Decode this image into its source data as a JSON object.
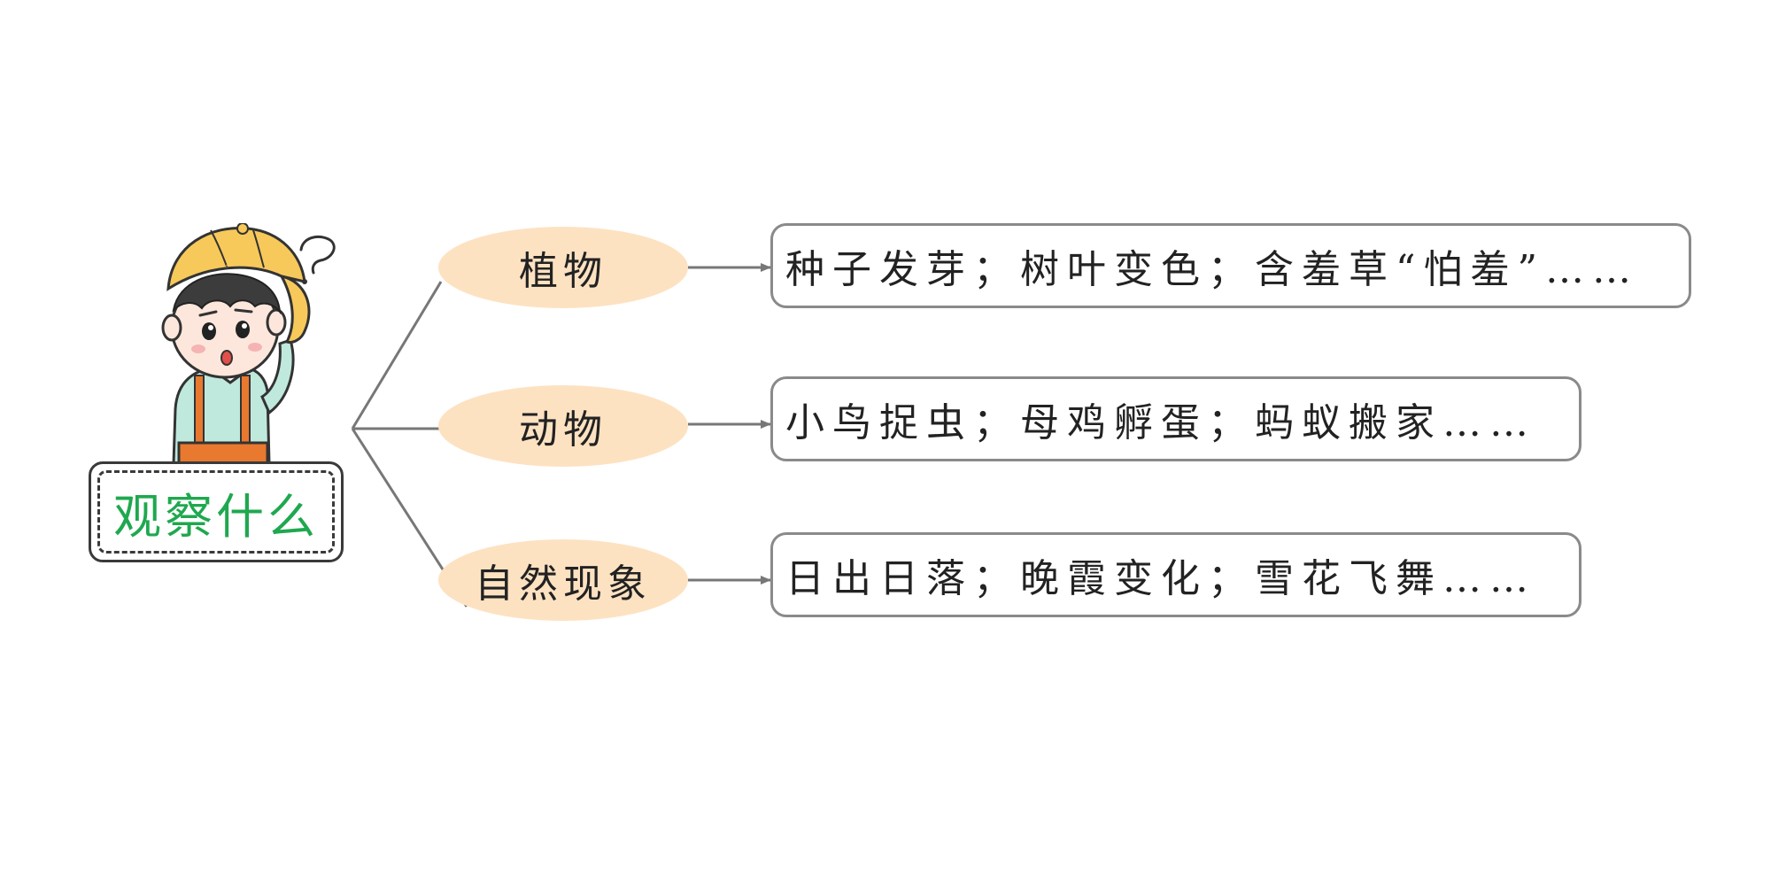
{
  "central_topic": "观察什么",
  "icons": {
    "character": "thinking-boy-with-cap-illustration",
    "question": "question-mark-icon"
  },
  "colors": {
    "title_text": "#1fa84f",
    "oval_fill": "#fde2c2",
    "box_border": "#8a8a8a",
    "connector": "#777777"
  },
  "branches": [
    {
      "label": "植物",
      "detail": "种子发芽；树叶变色；含羞草“怕羞”……"
    },
    {
      "label": "动物",
      "detail": "小鸟捉虫；母鸡孵蛋；蚂蚁搬家……"
    },
    {
      "label": "自然现象",
      "detail": "日出日落；晚霞变化；雪花飞舞……"
    }
  ]
}
